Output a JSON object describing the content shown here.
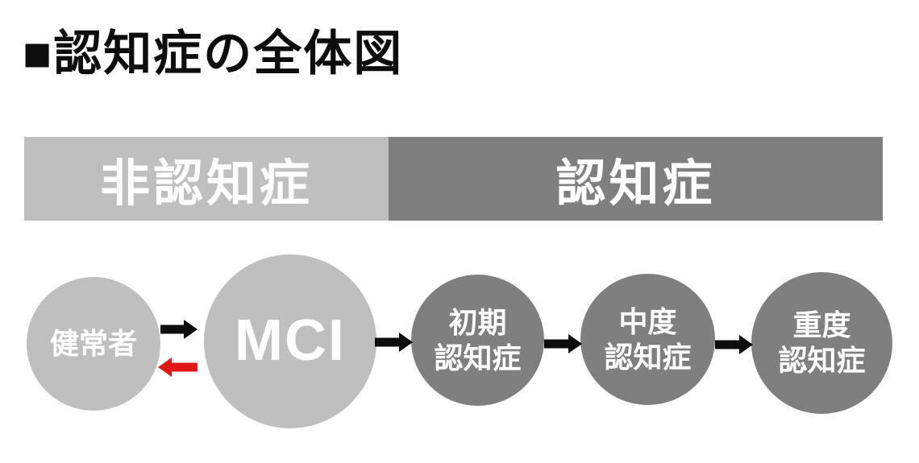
{
  "title": "■認知症の全体図",
  "header": {
    "left_label": "非認知症",
    "right_label": "認知症"
  },
  "stages": [
    {
      "id": "healthy",
      "label": "健常者",
      "group": "非認知症"
    },
    {
      "id": "mci",
      "label": "MCI",
      "group": "非認知症"
    },
    {
      "id": "early-dementia",
      "line1": "初期",
      "line2": "認知症",
      "group": "認知症"
    },
    {
      "id": "moderate-dementia",
      "line1": "中度",
      "line2": "認知症",
      "group": "認知症"
    },
    {
      "id": "severe-dementia",
      "line1": "重度",
      "line2": "認知症",
      "group": "認知症"
    }
  ],
  "arrows": [
    {
      "from": "健常者",
      "to": "MCI",
      "direction": "right",
      "color": "#0d0d0d"
    },
    {
      "from": "MCI",
      "to": "健常者",
      "direction": "left",
      "color": "#e01717"
    },
    {
      "from": "MCI",
      "to": "初期認知症",
      "direction": "right",
      "color": "#0d0d0d"
    },
    {
      "from": "初期認知症",
      "to": "中度認知症",
      "direction": "right",
      "color": "#0d0d0d"
    },
    {
      "from": "中度認知症",
      "to": "重度認知症",
      "direction": "right",
      "color": "#0d0d0d"
    }
  ],
  "colors": {
    "background": "#ffffff",
    "light_gray": "#bfbfbf",
    "dark_gray": "#7f7f7f",
    "text_on_gray": "#ffffff",
    "title_black": "#0d0d0d",
    "reverse_arrow_red": "#e01717"
  }
}
